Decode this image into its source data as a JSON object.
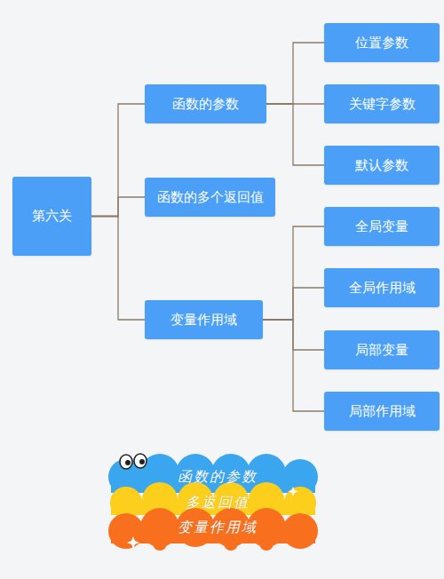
{
  "diagram": {
    "nodes": [
      {
        "text": [
          "第六关"
        ]
      },
      {
        "text": [
          "函数的参数"
        ]
      },
      {
        "text": [
          "函数的多个返回值"
        ]
      },
      {
        "text": [
          "变量作用域"
        ]
      },
      {
        "text": [
          "位置参数"
        ]
      },
      {
        "text": [
          "关键字参数"
        ]
      },
      {
        "text": [
          "默认参数"
        ]
      },
      {
        "text": [
          "全局变量"
        ]
      },
      {
        "text": [
          "全局作用域"
        ]
      },
      {
        "text": [
          "局部变量"
        ]
      },
      {
        "text": [
          "局部作用域"
        ]
      }
    ],
    "edges": [
      {
        "from": 0,
        "to": 1,
        "arrow": "none"
      },
      {
        "from": 0,
        "to": 2,
        "arrow": "none"
      },
      {
        "from": 0,
        "to": 3,
        "arrow": "none"
      },
      {
        "from": 1,
        "to": 4,
        "arrow": "none"
      },
      {
        "from": 1,
        "to": 5,
        "arrow": "none"
      },
      {
        "from": 1,
        "to": 6,
        "arrow": "none"
      },
      {
        "from": 3,
        "to": 7,
        "arrow": "none"
      },
      {
        "from": 3,
        "to": 8,
        "arrow": "none"
      },
      {
        "from": 3,
        "to": 9,
        "arrow": "none"
      },
      {
        "from": 3,
        "to": 10,
        "arrow": "none"
      }
    ],
    "labels": [
      "函数的参数",
      "多返回值",
      "变量作用域"
    ]
  }
}
